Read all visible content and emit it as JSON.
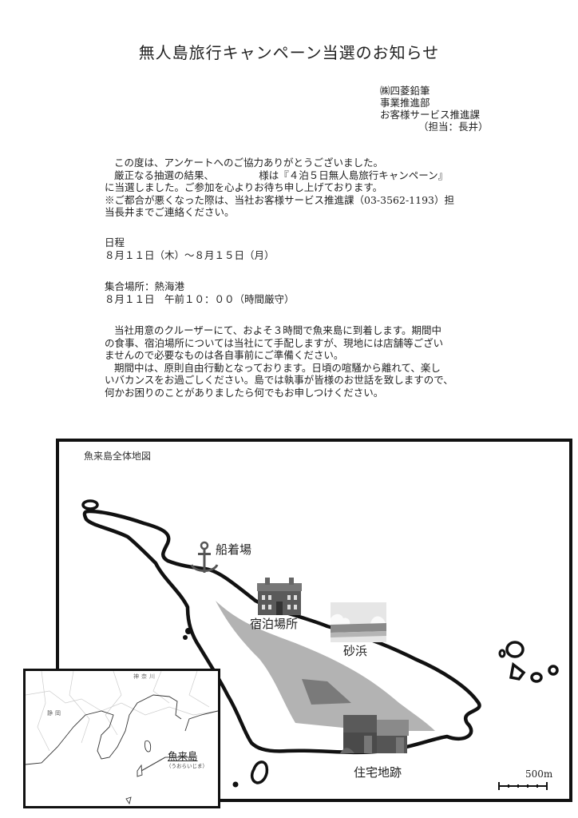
{
  "document": {
    "title": "無人島旅行キャンペーン当選のお知らせ",
    "sender": {
      "company": "㈱四菱鉛筆",
      "division": "事業推進部",
      "section": "お客様サービス推進課",
      "contact": "（担当：長井）"
    },
    "intro": [
      "この度は、アンケートへのご協力ありがとうございました。",
      "厳正なる抽選の結果、　　　　　様は『４泊５日無人島旅行キャンペーン』",
      "に当選しました。ご参加を心よりお待ち申し上げております。",
      "※ご都合が悪くなった際は、当社お客様サービス推進課（03-3562-1193）担",
      "当長井までご連絡ください。"
    ],
    "schedule": {
      "label": "日程",
      "value": "８月１１日（木）～８月１５日（月）"
    },
    "meeting": {
      "label": "集合場所：熱海港",
      "value": "８月１１日　午前１０：００（時間厳守）"
    },
    "details": [
      "当社用意のクルーザーにて、およそ３時間で魚来島に到着します。期間中",
      "の食事、宿泊場所については当社にて手配しますが、現地には店舗等ござい",
      "ませんので必要なものは各自事前にご準備ください。",
      "期間中は、原則自由行動となっております。日頃の喧騒から離れて、楽し",
      "いバカンスをお過ごしください。島では執事が皆様のお世話を致しますので、",
      "何かお困りのことがありましたら何でもお申しつけください。"
    ]
  },
  "map": {
    "title": "魚来島全体地図",
    "landmarks": {
      "pier": "船着場",
      "lodging": "宿泊場所",
      "beach": "砂浜",
      "ruins": "住宅地跡"
    },
    "scale": "500m",
    "inset": {
      "island_name": "魚来島",
      "reading": "（うおらいじま）",
      "prefectures": [
        "静岡",
        "神奈川"
      ]
    },
    "colors": {
      "outline": "#111111",
      "forest_light": "#b3b3b3",
      "forest_dark": "#7a7a7a"
    }
  }
}
